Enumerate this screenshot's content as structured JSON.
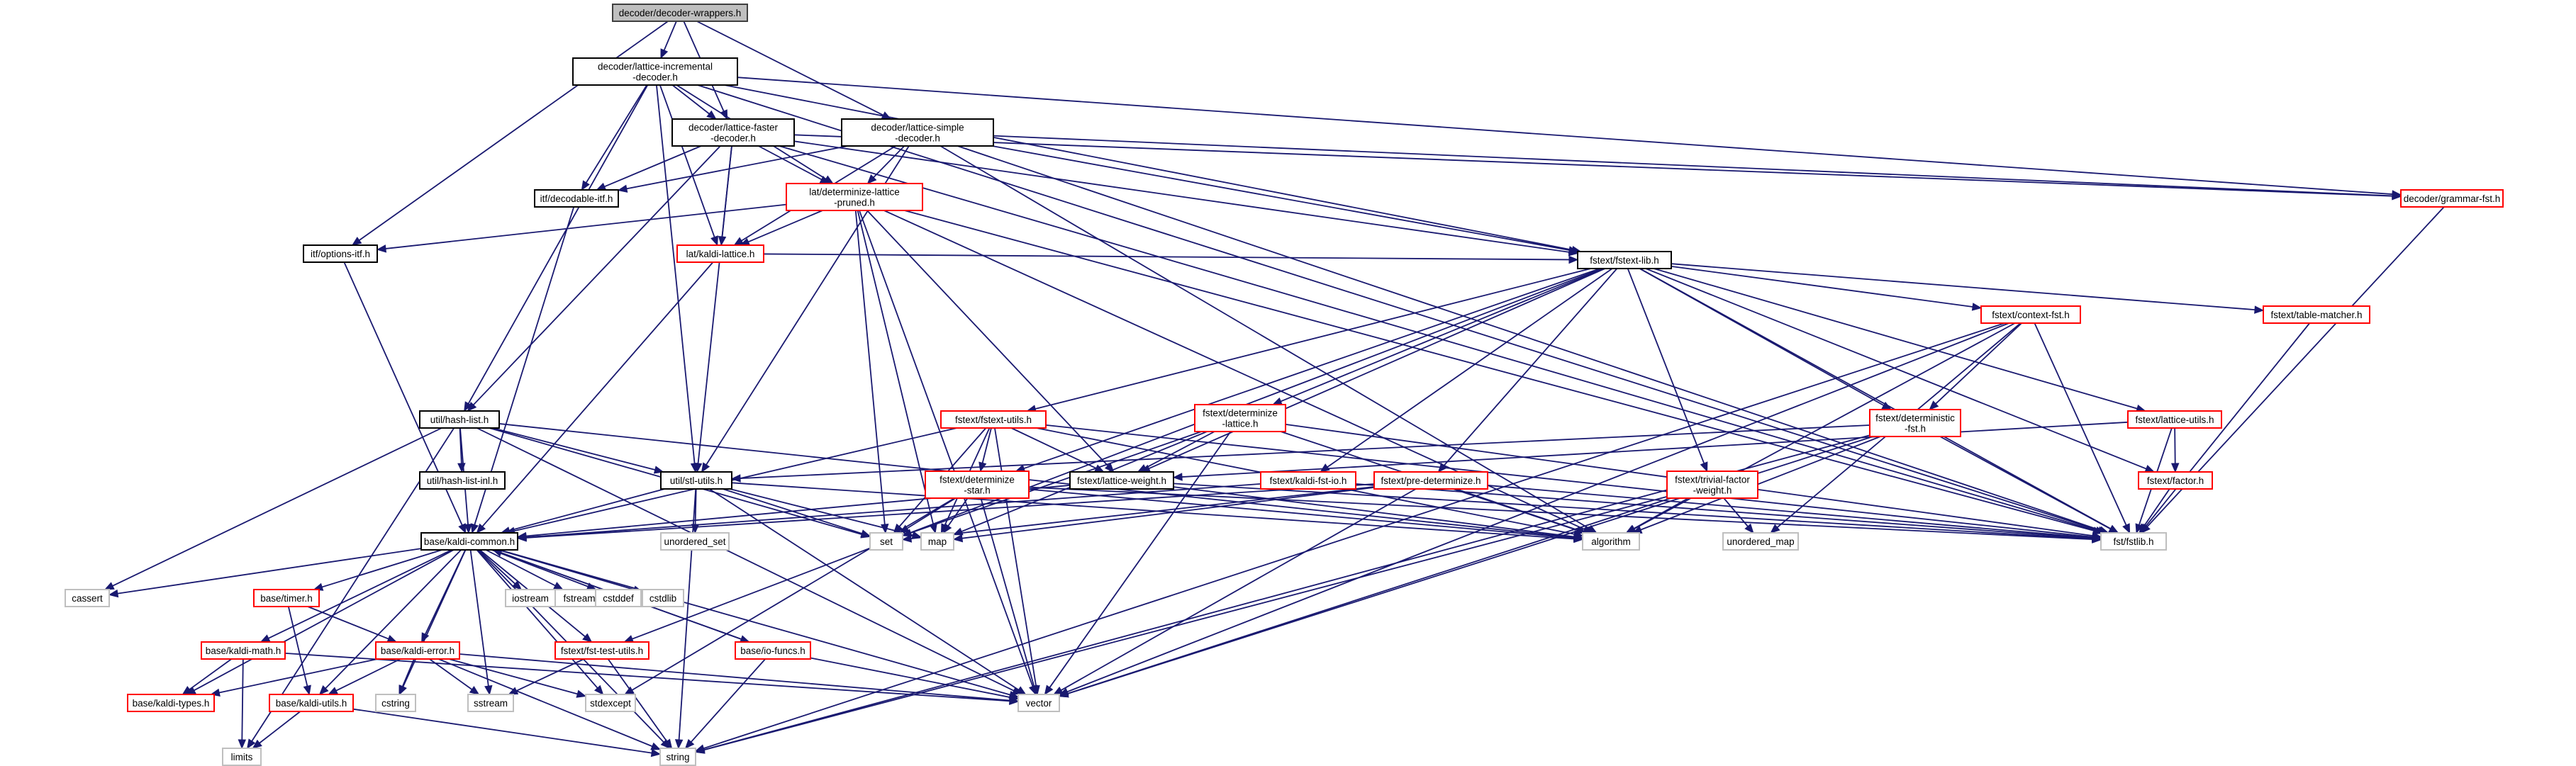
{
  "title": "decoder/decoder-wrappers.h",
  "colors": {
    "root_fill": "#bfbfbf",
    "root_border": "#404040",
    "doc_border": "#000000",
    "red_border": "#ff0000",
    "system_border": "#bfbfbf",
    "edge": "#191970"
  },
  "nodes": [
    {
      "id": "root",
      "lines": [
        "decoder/decoder-wrappers.h"
      ],
      "kind": "root"
    },
    {
      "id": "lid",
      "lines": [
        "decoder/lattice-incremental",
        "-decoder.h"
      ],
      "kind": "doc"
    },
    {
      "id": "lsd",
      "lines": [
        "decoder/lattice-simple",
        "-decoder.h"
      ],
      "kind": "doc"
    },
    {
      "id": "lfd",
      "lines": [
        "decoder/lattice-faster",
        "-decoder.h"
      ],
      "kind": "doc"
    },
    {
      "id": "optitf",
      "lines": [
        "itf/options-itf.h"
      ],
      "kind": "doc"
    },
    {
      "id": "decitf",
      "lines": [
        "itf/decodable-itf.h"
      ],
      "kind": "doc"
    },
    {
      "id": "ldlp",
      "lines": [
        "lat/determinize-lattice",
        "-pruned.h"
      ],
      "kind": "red"
    },
    {
      "id": "grammar",
      "lines": [
        "decoder/grammar-fst.h"
      ],
      "kind": "red"
    },
    {
      "id": "kaldilat",
      "lines": [
        "lat/kaldi-lattice.h"
      ],
      "kind": "red"
    },
    {
      "id": "fstextlib",
      "lines": [
        "fstext/fstext-lib.h"
      ],
      "kind": "doc"
    },
    {
      "id": "tablematcher",
      "lines": [
        "fstext/table-matcher.h"
      ],
      "kind": "red"
    },
    {
      "id": "contextfst",
      "lines": [
        "fstext/context-fst.h"
      ],
      "kind": "red"
    },
    {
      "id": "hashlist",
      "lines": [
        "util/hash-list.h"
      ],
      "kind": "doc"
    },
    {
      "id": "fstextutils",
      "lines": [
        "fstext/fstext-utils.h"
      ],
      "kind": "red"
    },
    {
      "id": "detlat",
      "lines": [
        "fstext/determinize",
        "-lattice.h"
      ],
      "kind": "red"
    },
    {
      "id": "detfst",
      "lines": [
        "fstext/deterministic",
        "-fst.h"
      ],
      "kind": "red"
    },
    {
      "id": "latutils",
      "lines": [
        "fstext/lattice-utils.h"
      ],
      "kind": "red"
    },
    {
      "id": "hashlistinl",
      "lines": [
        "util/hash-list-inl.h"
      ],
      "kind": "doc"
    },
    {
      "id": "stlutils",
      "lines": [
        "util/stl-utils.h"
      ],
      "kind": "doc"
    },
    {
      "id": "detstar",
      "lines": [
        "fstext/determinize",
        "-star.h"
      ],
      "kind": "red"
    },
    {
      "id": "latweight",
      "lines": [
        "fstext/lattice-weight.h"
      ],
      "kind": "doc"
    },
    {
      "id": "kaldifstio",
      "lines": [
        "fstext/kaldi-fst-io.h"
      ],
      "kind": "red"
    },
    {
      "id": "predet",
      "lines": [
        "fstext/pre-determinize.h"
      ],
      "kind": "red"
    },
    {
      "id": "trivial",
      "lines": [
        "fstext/trivial-factor",
        "-weight.h"
      ],
      "kind": "red"
    },
    {
      "id": "factor",
      "lines": [
        "fstext/factor.h"
      ],
      "kind": "red"
    },
    {
      "id": "kaldicommon",
      "lines": [
        "base/kaldi-common.h"
      ],
      "kind": "doc"
    },
    {
      "id": "unordered_set",
      "lines": [
        "unordered_set"
      ],
      "kind": "system"
    },
    {
      "id": "set",
      "lines": [
        "set"
      ],
      "kind": "system"
    },
    {
      "id": "map",
      "lines": [
        "map"
      ],
      "kind": "system"
    },
    {
      "id": "algorithm",
      "lines": [
        "algorithm"
      ],
      "kind": "system"
    },
    {
      "id": "unordered_map",
      "lines": [
        "unordered_map"
      ],
      "kind": "system"
    },
    {
      "id": "fstlib",
      "lines": [
        "fst/fstlib.h"
      ],
      "kind": "system"
    },
    {
      "id": "cassert",
      "lines": [
        "cassert"
      ],
      "kind": "system"
    },
    {
      "id": "timer",
      "lines": [
        "base/timer.h"
      ],
      "kind": "red"
    },
    {
      "id": "iostream",
      "lines": [
        "iostream"
      ],
      "kind": "system"
    },
    {
      "id": "fstream",
      "lines": [
        "fstream"
      ],
      "kind": "system"
    },
    {
      "id": "cstddef",
      "lines": [
        "cstddef"
      ],
      "kind": "system"
    },
    {
      "id": "cstdlib",
      "lines": [
        "cstdlib"
      ],
      "kind": "system"
    },
    {
      "id": "kaldimath",
      "lines": [
        "base/kaldi-math.h"
      ],
      "kind": "red"
    },
    {
      "id": "kaldierror",
      "lines": [
        "base/kaldi-error.h"
      ],
      "kind": "red"
    },
    {
      "id": "fsttestutils",
      "lines": [
        "fstext/fst-test-utils.h"
      ],
      "kind": "red"
    },
    {
      "id": "iofuncs",
      "lines": [
        "base/io-funcs.h"
      ],
      "kind": "red"
    },
    {
      "id": "kalditypes",
      "lines": [
        "base/kaldi-types.h"
      ],
      "kind": "red"
    },
    {
      "id": "kaldiutils",
      "lines": [
        "base/kaldi-utils.h"
      ],
      "kind": "red"
    },
    {
      "id": "cstring",
      "lines": [
        "cstring"
      ],
      "kind": "system"
    },
    {
      "id": "sstream",
      "lines": [
        "sstream"
      ],
      "kind": "system"
    },
    {
      "id": "stdexcept",
      "lines": [
        "stdexcept"
      ],
      "kind": "system"
    },
    {
      "id": "vector",
      "lines": [
        "vector"
      ],
      "kind": "system"
    },
    {
      "id": "limits",
      "lines": [
        "limits"
      ],
      "kind": "system"
    },
    {
      "id": "string",
      "lines": [
        "string"
      ],
      "kind": "system"
    }
  ]
}
